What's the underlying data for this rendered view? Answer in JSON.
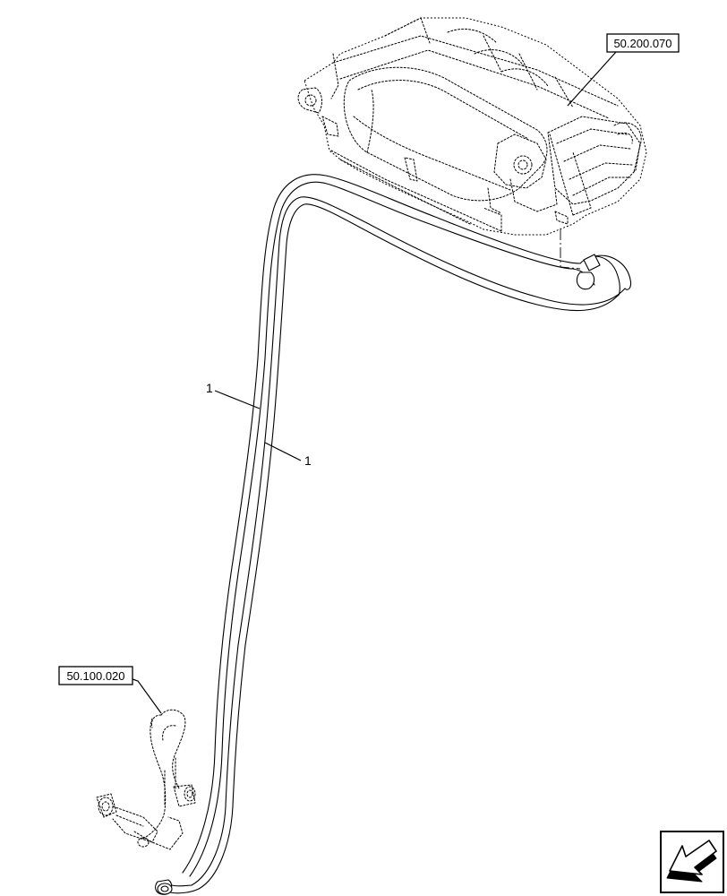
{
  "references": {
    "upper": "50.200.070",
    "lower": "50.100.020"
  },
  "callouts": {
    "hose_a": "1",
    "hose_b": "1"
  },
  "navigation": {
    "icon": "arrow-back-icon"
  }
}
